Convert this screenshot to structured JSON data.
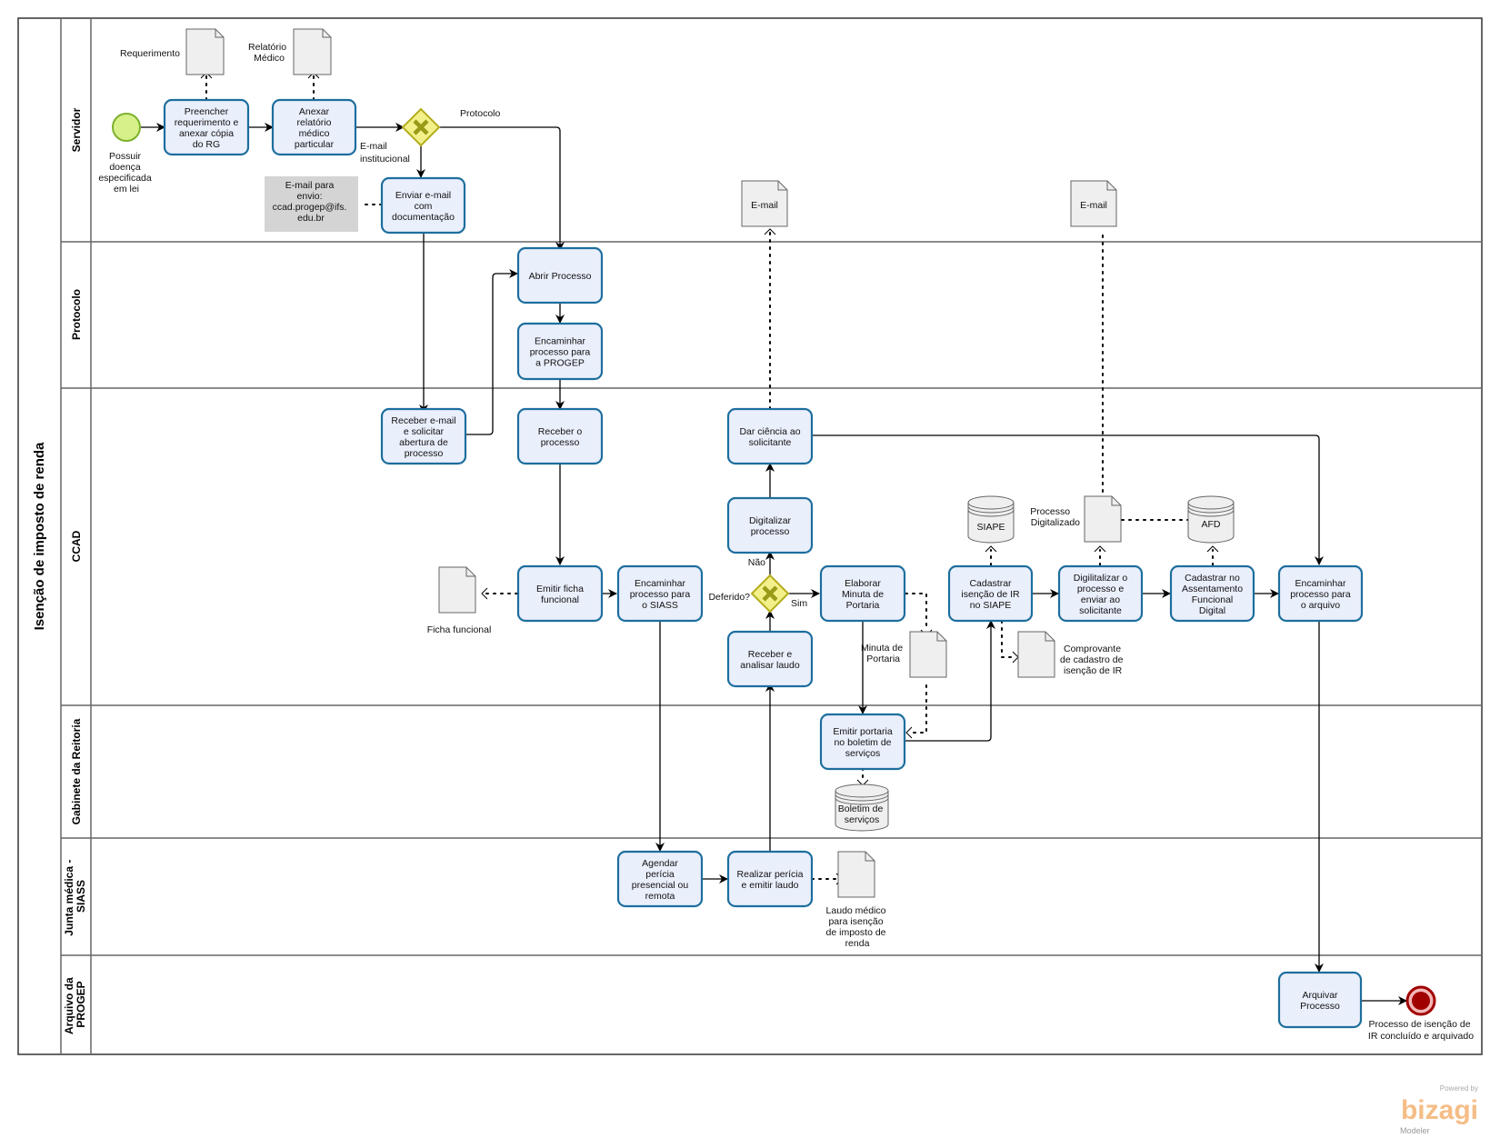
{
  "pool": {
    "title": "Isenção de imposto de renda"
  },
  "lanes": [
    {
      "id": "servidor",
      "label": "Servidor"
    },
    {
      "id": "protocolo",
      "label": "Protocolo"
    },
    {
      "id": "ccad",
      "label": "CCAD"
    },
    {
      "id": "gabinete",
      "label": "Gabinete da Reitoria"
    },
    {
      "id": "junta",
      "label": [
        "Junta médica -",
        "SIASS"
      ]
    },
    {
      "id": "arquivo",
      "label": [
        "Arquivo da",
        "PROGEP"
      ]
    }
  ],
  "events": {
    "start": {
      "label": [
        "Possuir",
        "doença",
        "especificada",
        "em lei"
      ],
      "color": "#d6f08a"
    },
    "end": {
      "label": [
        "Processo de isenção de",
        "IR concluído e arquivado"
      ],
      "color": "#a10000"
    }
  },
  "tasks": {
    "preencher": [
      "Preencher",
      "requerimento e",
      "anexar cópia",
      "do RG"
    ],
    "anexar": [
      "Anexar",
      "relatório",
      "médico",
      "particular"
    ],
    "enviar_email": [
      "Enviar e-mail",
      "com",
      "documentação"
    ],
    "abrir_processo": [
      "Abrir Processo"
    ],
    "encaminhar_progep": [
      "Encaminhar",
      "processo para",
      "a PROGEP"
    ],
    "receber_email": [
      "Receber e-mail",
      "e solicitar",
      "abertura de",
      "processo"
    ],
    "receber_processo": [
      "Receber o",
      "processo"
    ],
    "dar_ciencia": [
      "Dar ciência ao",
      "solicitante"
    ],
    "digitalizar": [
      "Digitalizar",
      "processo"
    ],
    "emitir_ficha": [
      "Emitir ficha",
      "funcional"
    ],
    "encaminhar_siass": [
      "Encaminhar",
      "processo para",
      "o SIASS"
    ],
    "receber_laudo": [
      "Receber e",
      "analisar laudo"
    ],
    "elaborar_minuta": [
      "Elaborar",
      "Minuta de",
      "Portaria"
    ],
    "cadastrar_siape": [
      "Cadastrar",
      "isenção de IR",
      "no SIAPE"
    ],
    "digilitalizar_enviar": [
      "Digilitalizar o",
      "processo e",
      "enviar ao",
      "solicitante"
    ],
    "cadastrar_afd": [
      "Cadastrar no",
      "Assentamento",
      "Funcional",
      "Digital"
    ],
    "encaminhar_arquivo": [
      "Encaminhar",
      "processo para",
      "o arquivo"
    ],
    "emitir_portaria": [
      "Emitir portaria",
      "no boletim de",
      "serviços"
    ],
    "agendar_pericia": [
      "Agendar",
      "perícia",
      "presencial ou",
      "remota"
    ],
    "realizar_pericia": [
      "Realizar perícia",
      "e emitir laudo"
    ],
    "arquivar": [
      "Arquivar",
      "Processo"
    ]
  },
  "gateways": {
    "canal": {
      "label_protocolo": "Protocolo",
      "label_email": [
        "E-mail",
        "institucional"
      ],
      "color": "#f3f08a"
    },
    "deferido": {
      "label": "Deferido?",
      "label_nao": "Não",
      "label_sim": "Sim",
      "color": "#f3f08a"
    }
  },
  "artifacts": {
    "requerimento": "Requerimento",
    "relatorio": [
      "Relatório",
      "Médico"
    ],
    "email_note": [
      "E-mail para",
      "envio:",
      "ccad.progep@ifs.",
      "edu.br"
    ],
    "email_doc_1": "E-mail",
    "email_doc_2": "E-mail",
    "ficha_funcional": "Ficha funcional",
    "minuta_portaria": [
      "Minuta de",
      "Portaria"
    ],
    "siape_db": "SIAPE",
    "processo_digitalizado": [
      "Processo",
      "Digitalizado"
    ],
    "afd_db": "AFD",
    "comprovante": [
      "Comprovante",
      "de cadastro de",
      "isenção de IR"
    ],
    "boletim_db": [
      "Boletim de",
      "serviços"
    ],
    "laudo": [
      "Laudo médico",
      "para isenção",
      "de imposto de",
      "renda"
    ]
  },
  "branding": {
    "powered_by": "Powered by",
    "name": "bizagi",
    "product": "Modeler"
  }
}
